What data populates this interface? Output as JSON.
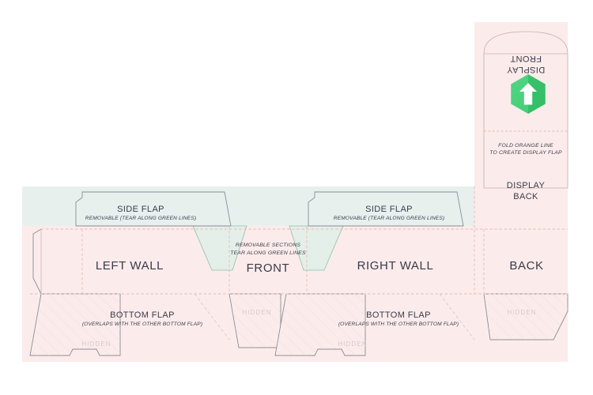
{
  "document": {
    "type": "packaging-dieline",
    "title": "Box Dieline Template"
  },
  "colors": {
    "panel_pink": "#fbeceb",
    "flap_mint": "#e8f0ee",
    "removable_green_fill": "#e4efe9",
    "cut_line": "#8c8c96",
    "fold_line_pink": "#e8b9b4",
    "tear_line_green": "#8fbfa5",
    "hidden_text": "#d9c9c9",
    "hatch_line": "#eddcda",
    "text_dark": "#3a3a4a",
    "logo_green_light": "#4dd27f",
    "logo_green_mid": "#35c46b",
    "logo_green_dark": "#22a757",
    "background": "#ffffff"
  },
  "panels": {
    "left_side_flap": {
      "label": "SIDE FLAP",
      "sublabel": "REMOVABLE (TEAR ALONG GREEN LINES)"
    },
    "right_side_flap": {
      "label": "SIDE FLAP",
      "sublabel": "REMOVABLE (TEAR ALONG GREEN LINES)"
    },
    "left_wall": {
      "label": "LEFT WALL"
    },
    "front": {
      "label": "FRONT"
    },
    "right_wall": {
      "label": "RIGHT WALL"
    },
    "back": {
      "label": "BACK"
    },
    "left_bottom_flap": {
      "label": "BOTTOM FLAP",
      "sublabel": "(OVERLAPS WITH THE OTHER BOTTOM FLAP)"
    },
    "right_bottom_flap": {
      "label": "BOTTOM FLAP",
      "sublabel": "(OVERLAPS WITH THE OTHER BOTTOM FLAP)"
    },
    "display_back": {
      "line1": "DISPLAY",
      "line2": "BACK"
    },
    "display_front": {
      "line1": "DISPLAY",
      "line2": "FRONT"
    }
  },
  "annotations": {
    "removable_center": {
      "line1": "REMOVABLE SECTIONS",
      "line2": "TEAR ALONG GREEN LINES"
    },
    "fold_orange": {
      "line1": "FOLD ORANGE LINE",
      "line2": "TO CREATE DISPLAY FLAP"
    },
    "hidden_label": "HIDDEN"
  },
  "hidden_regions": [
    {
      "id": "hidden-left-bottom",
      "label": "HIDDEN"
    },
    {
      "id": "hidden-center-bottom",
      "label": "HIDDEN"
    },
    {
      "id": "hidden-right-bottom",
      "label": "HIDDEN"
    },
    {
      "id": "hidden-back-bottom",
      "label": "HIDDEN"
    }
  ],
  "logo": {
    "name": "hexagon-arrow-logo",
    "shape": "hexagon",
    "glyph": "arrow-t"
  }
}
